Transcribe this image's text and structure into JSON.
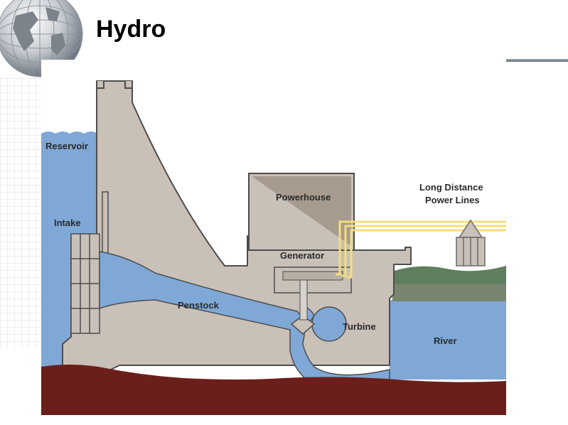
{
  "slide": {
    "title": "Hydro"
  },
  "diagram": {
    "labels": {
      "reservoir": "Reservoir",
      "intake": "Intake",
      "penstock": "Penstock",
      "powerhouse": "Powerhouse",
      "generator": "Generator",
      "turbine": "Turbine",
      "river": "River",
      "power_lines_1": "Long Distance",
      "power_lines_2": "Power Lines"
    },
    "colors": {
      "water": "#7fa8d6",
      "dam": "#c9c0b8",
      "dam_outline": "#4d4d4d",
      "bedrock": "#6b1f1a",
      "powerhouse_roof": "#a79a8f",
      "power_line": "#f3df7a",
      "hillside": "#5a7a5a"
    }
  }
}
